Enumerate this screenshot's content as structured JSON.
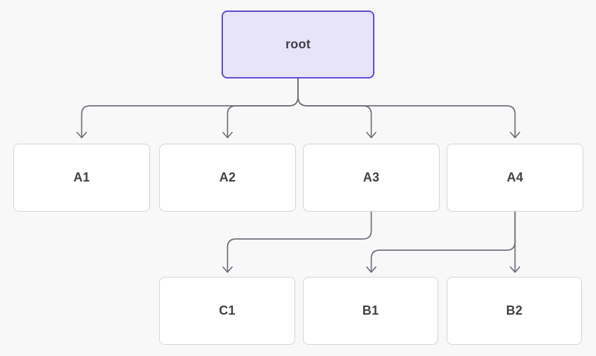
{
  "diagram": {
    "type": "tree",
    "nodes": {
      "root": {
        "label": "root"
      },
      "a1": {
        "label": "A1"
      },
      "a2": {
        "label": "A2"
      },
      "a3": {
        "label": "A3"
      },
      "a4": {
        "label": "A4"
      },
      "c1": {
        "label": "C1"
      },
      "b1": {
        "label": "B1"
      },
      "b2": {
        "label": "B2"
      }
    },
    "edges": [
      {
        "from": "root",
        "to": "A1"
      },
      {
        "from": "root",
        "to": "A2"
      },
      {
        "from": "root",
        "to": "A3"
      },
      {
        "from": "root",
        "to": "A4"
      },
      {
        "from": "A3",
        "to": "C1"
      },
      {
        "from": "A4",
        "to": "B1"
      },
      {
        "from": "A4",
        "to": "B2"
      }
    ],
    "colors": {
      "background": "#f8f8f9",
      "line": "#6e6e79",
      "node_border": "#d4d4d9",
      "node_fill": "#ffffff",
      "root_fill": "#e7e3f8",
      "root_border": "#5b4ccf",
      "text": "#3f3f46"
    }
  }
}
